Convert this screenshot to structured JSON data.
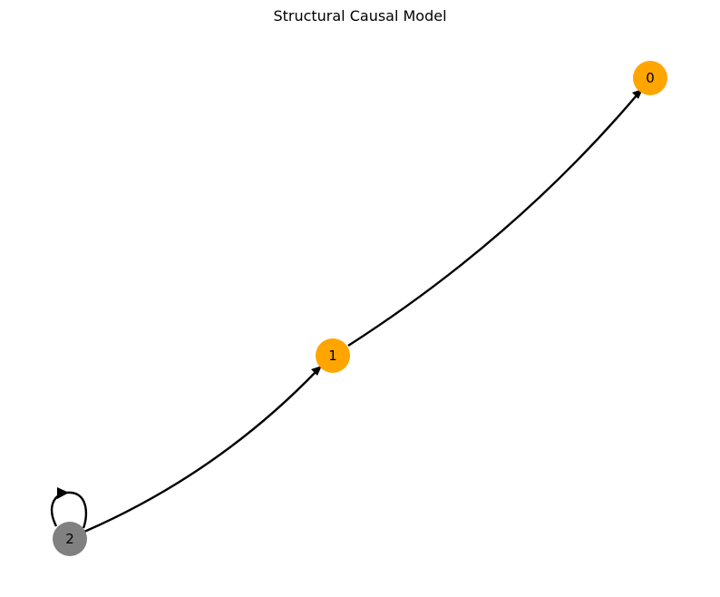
{
  "title": "Structural Causal Model",
  "nodes": [
    {
      "id": "0",
      "label": "0",
      "color": "#FFA500"
    },
    {
      "id": "1",
      "label": "1",
      "color": "#FFA500"
    },
    {
      "id": "2",
      "label": "2",
      "color": "#808080"
    }
  ],
  "edges": [
    {
      "from": "2",
      "to": "2"
    },
    {
      "from": "2",
      "to": "1"
    },
    {
      "from": "1",
      "to": "0"
    }
  ],
  "colors": {
    "edge": "#000000",
    "background": "#FFFFFF"
  }
}
